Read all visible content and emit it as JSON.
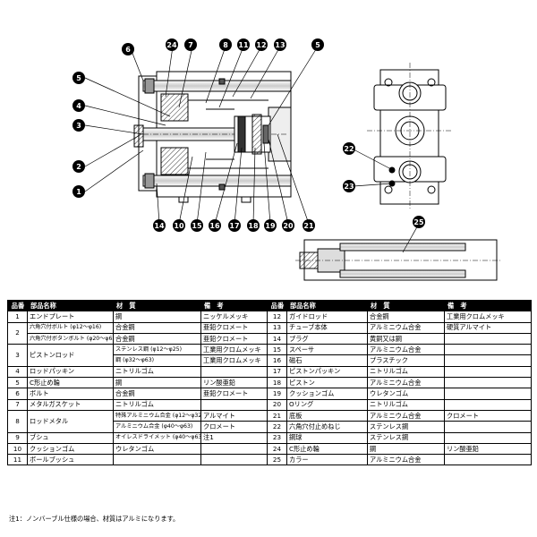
{
  "callouts": {
    "left_view": [
      "1",
      "2",
      "3",
      "4",
      "5",
      "6",
      "24",
      "7",
      "8",
      "11",
      "12",
      "13",
      "5",
      "14",
      "10",
      "15",
      "16",
      "17",
      "18",
      "19",
      "20",
      "21"
    ],
    "side_view": [
      "22",
      "23"
    ],
    "bottom_view": [
      "25"
    ]
  },
  "table": {
    "headers": [
      "品番",
      "部品名称",
      "材　質",
      "備　考",
      "品番",
      "部品名称",
      "材　質",
      "備　考"
    ],
    "left": [
      {
        "no": "1",
        "name": "エンドプレート",
        "mat": [
          "鋼"
        ],
        "note": [
          "ニッケルメッキ"
        ]
      },
      {
        "no": "2",
        "name": "",
        "mat": [
          "合金鋼",
          "合金鋼"
        ],
        "note": [
          "亜鉛クロメート",
          "亜鉛クロメート"
        ],
        "names": [
          "六角穴付ボルト (φ12〜φ16)",
          "六角穴付ボタンボルト (φ20〜φ63)"
        ]
      },
      {
        "no": "3",
        "name": "ピストンロッド",
        "mat": [
          "ステンレス鋼 (φ12〜φ25)",
          "鋼 (φ32〜φ63)"
        ],
        "note": [
          "工業用クロムメッキ",
          "工業用クロムメッキ"
        ]
      },
      {
        "no": "4",
        "name": "ロッドパッキン",
        "mat": [
          "ニトリルゴム"
        ],
        "note": [
          ""
        ]
      },
      {
        "no": "5",
        "name": "C形止め輪",
        "mat": [
          "鋼"
        ],
        "note": [
          "リン酸亜鉛"
        ]
      },
      {
        "no": "6",
        "name": "ボルト",
        "mat": [
          "合金鋼"
        ],
        "note": [
          "亜鉛クロメート"
        ]
      },
      {
        "no": "7",
        "name": "メタルガスケット",
        "mat": [
          "ニトリルゴム"
        ],
        "note": [
          ""
        ]
      },
      {
        "no": "8",
        "name": "ロッドメタル",
        "mat": [
          "特殊アルミニウム合金 (φ12〜φ32)",
          "アルミニウム合金 (φ40〜φ63)"
        ],
        "note": [
          "アルマイト",
          "クロメート"
        ]
      },
      {
        "no": "9",
        "name": "ブシュ",
        "mat": [
          "オイレスドライメット (φ40〜φ63)"
        ],
        "note": [
          "注1"
        ]
      },
      {
        "no": "10",
        "name": "クッションゴム",
        "mat": [
          "ウレタンゴム"
        ],
        "note": [
          ""
        ]
      },
      {
        "no": "11",
        "name": "ボールブッシュ",
        "mat": [
          ""
        ],
        "note": [
          ""
        ]
      }
    ],
    "right": [
      {
        "no": "12",
        "name": "ガイドロッド",
        "mat": "合金鋼",
        "note": "工業用クロムメッキ"
      },
      {
        "no": "13",
        "name": "チューブ本体",
        "mat": "アルミニウム合金",
        "note": "硬質アルマイト"
      },
      {
        "no": "14",
        "name": "プラグ",
        "mat": "黄銅又は鋼",
        "note": ""
      },
      {
        "no": "15",
        "name": "スペーサ",
        "mat": "アルミニウム合金",
        "note": ""
      },
      {
        "no": "16",
        "name": "磁石",
        "mat": "プラスチック",
        "note": ""
      },
      {
        "no": "17",
        "name": "ピストンパッキン",
        "mat": "ニトリルゴム",
        "note": ""
      },
      {
        "no": "18",
        "name": "ピストン",
        "mat": "アルミニウム合金",
        "note": ""
      },
      {
        "no": "19",
        "name": "クッションゴム",
        "mat": "ウレタンゴム",
        "note": ""
      },
      {
        "no": "20",
        "name": "Oリング",
        "mat": "ニトリルゴム",
        "note": ""
      },
      {
        "no": "21",
        "name": "底板",
        "mat": "アルミニウム合金",
        "note": "クロメート"
      },
      {
        "no": "22",
        "name": "六角穴付止めねじ",
        "mat": "ステンレス鋼",
        "note": ""
      },
      {
        "no": "23",
        "name": "鋼球",
        "mat": "ステンレス鋼",
        "note": ""
      },
      {
        "no": "24",
        "name": "C形止め輪",
        "mat": "鋼",
        "note": "リン酸亜鉛"
      },
      {
        "no": "25",
        "name": "カラー",
        "mat": "アルミニウム合金",
        "note": ""
      }
    ]
  },
  "footnote": "注1：ノンバーブル仕様の場合、材質はアルミになります。"
}
